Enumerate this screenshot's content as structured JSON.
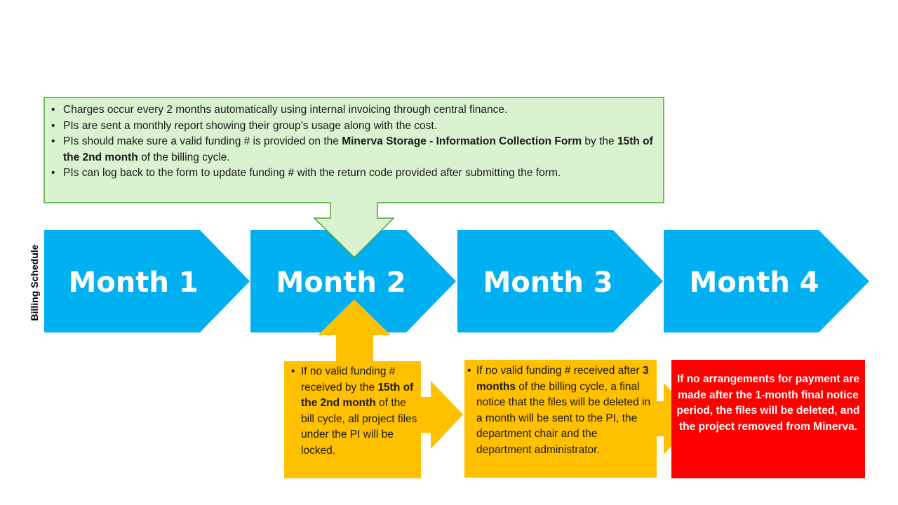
{
  "side_label": "Billing Schedule",
  "months": [
    "Month 1",
    "Month 2",
    "Month 3",
    "Month 4"
  ],
  "info_box": {
    "items": [
      {
        "text": "Charges occur every 2 months automatically using internal invoicing through central finance."
      },
      {
        "text": "PIs are sent a monthly report showing their group’s usage along with the cost."
      },
      {
        "pre": "PIs should make sure a valid funding # is provided on the ",
        "bold1": "Minerva Storage - Information Collection Form",
        "mid": " by the ",
        "bold2": "15th of the 2nd month",
        "post": " of the billing cycle."
      },
      {
        "text": "PIs can log back to the form to update funding # with the return code provided after submitting the form."
      }
    ]
  },
  "lock_box": {
    "pre": "If no valid funding # received by the ",
    "bold": "15th of the 2nd month",
    "post": " of the bill cycle, all project files under the PI will be locked."
  },
  "notice_box": {
    "pre": "If no valid funding # received after ",
    "bold": "3 months",
    "post": " of the billing cycle, a final notice that the files will be deleted in a month will be sent to the PI, the department chair and the department administrator."
  },
  "delete_box": {
    "text": "If no arrangements for payment are made after the 1-month final notice period, the files will be deleted, and the project removed from Minerva."
  },
  "colors": {
    "chevron": "#00B0F0",
    "info_fill": "#D9F2D0",
    "info_border": "#4EA72E",
    "warning_fill": "#FFC000",
    "danger_fill": "#FF0000"
  }
}
